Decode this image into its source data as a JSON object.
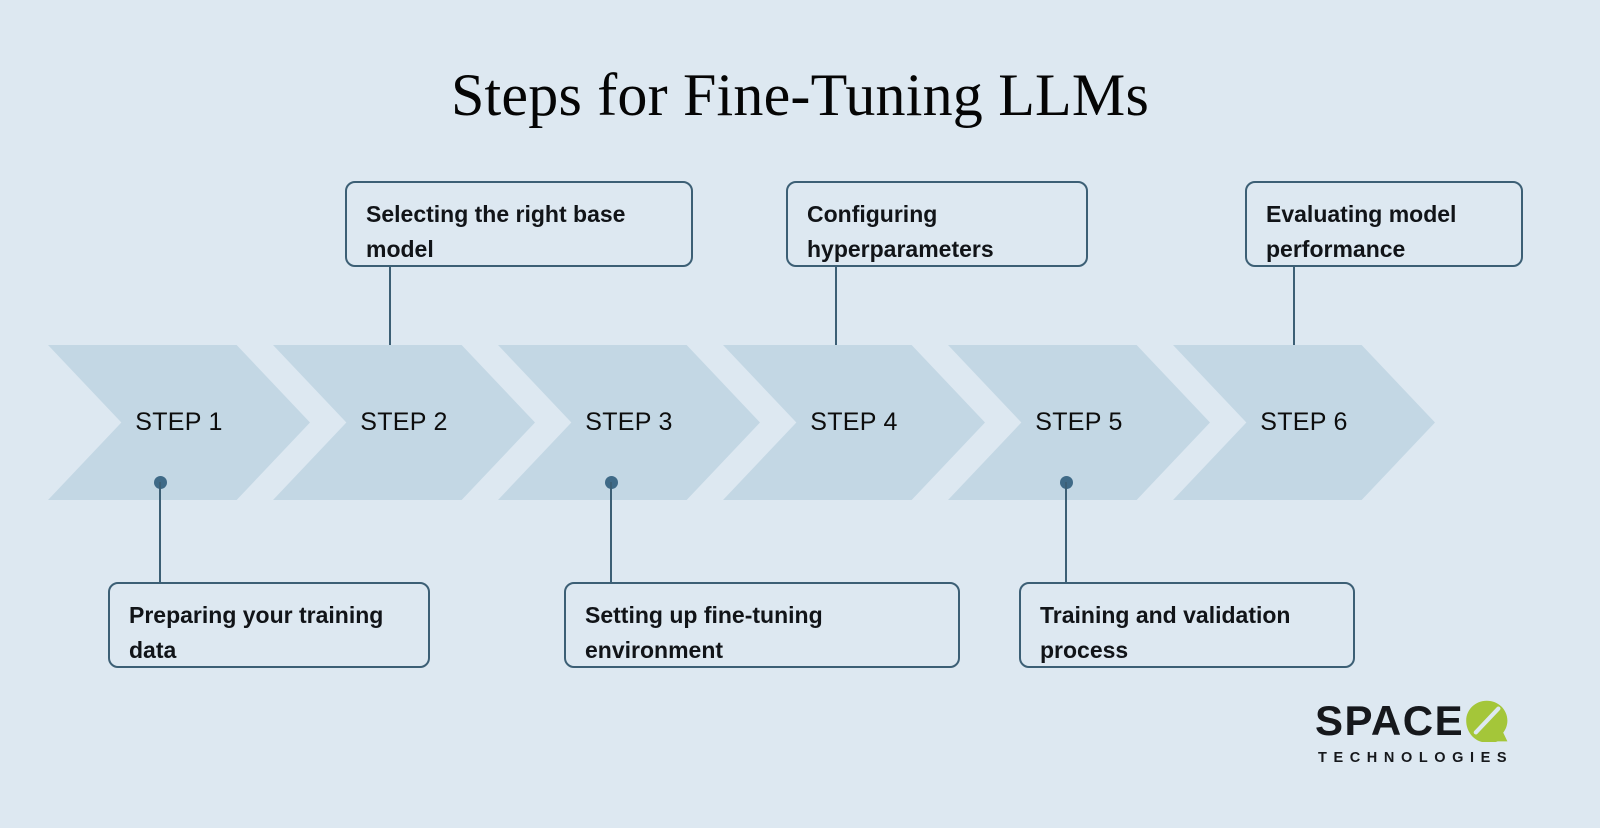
{
  "page": {
    "title": "Steps for Fine-Tuning LLMs",
    "background_color": "#dde8f1",
    "chevron_color": "#c3d7e4",
    "accent_color": "#3c5f75",
    "dot_color": "#3f6a87",
    "logo_green": "#a4c639"
  },
  "steps": [
    {
      "id": "step-1",
      "chevron_label": "STEP 1",
      "callout": "Preparing your training data",
      "callout_position": "bottom"
    },
    {
      "id": "step-2",
      "chevron_label": "STEP 2",
      "callout": "Selecting the right base model",
      "callout_position": "top"
    },
    {
      "id": "step-3",
      "chevron_label": "STEP 3",
      "callout": "Setting up fine-tuning environment",
      "callout_position": "bottom"
    },
    {
      "id": "step-4",
      "chevron_label": "STEP 4",
      "callout": "Configuring hyperparameters",
      "callout_position": "top"
    },
    {
      "id": "step-5",
      "chevron_label": "STEP 5",
      "callout": "Training and validation process",
      "callout_position": "bottom"
    },
    {
      "id": "step-6",
      "chevron_label": "STEP 6",
      "callout": "Evaluating model performance",
      "callout_position": "top"
    }
  ],
  "logo": {
    "wordmark": "SPACE",
    "mark": "oslash-icon",
    "tagline": "TECHNOLOGIES"
  }
}
